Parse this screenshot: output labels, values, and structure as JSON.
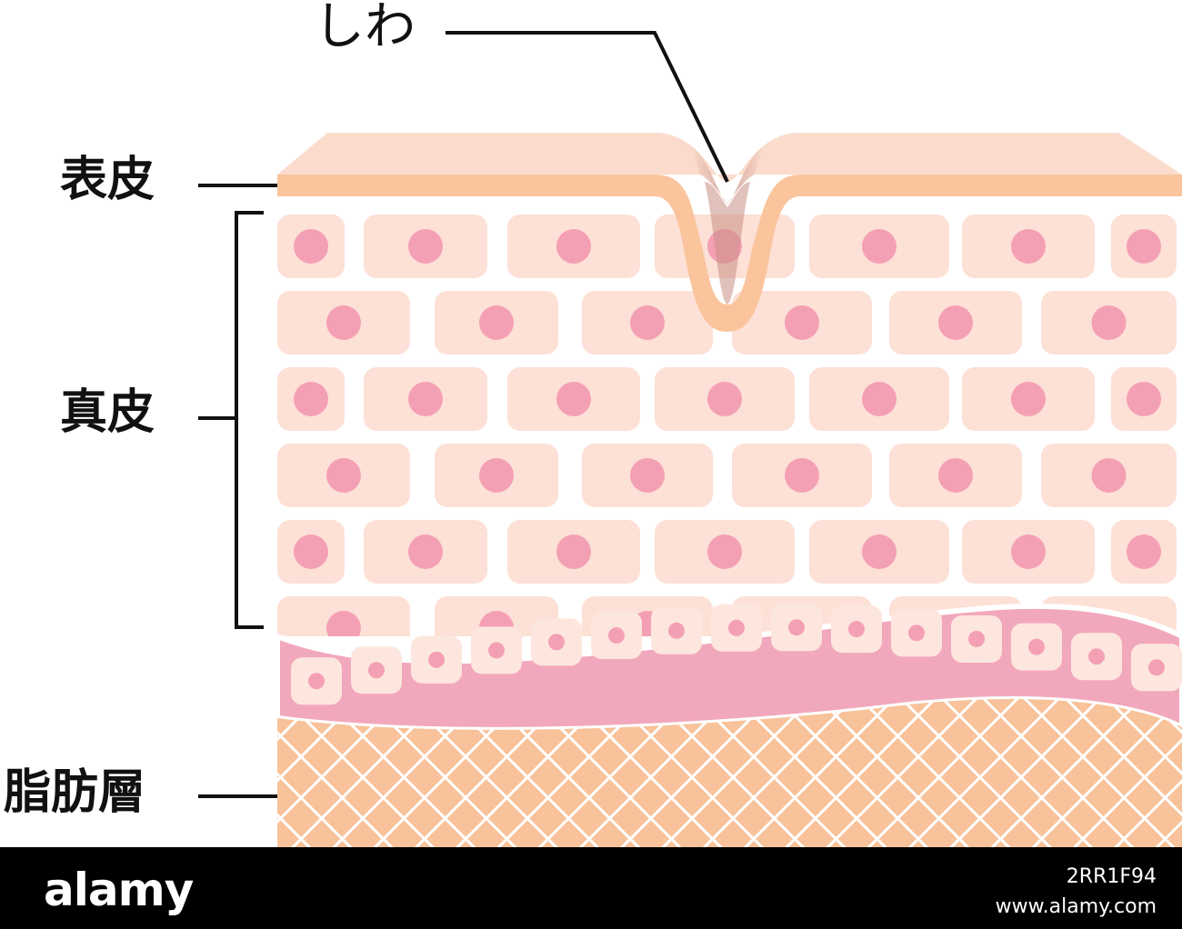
{
  "labels": {
    "wrinkle": "しわ",
    "epidermis": "表皮",
    "dermis": "真皮",
    "fat_layer": "脂肪層"
  },
  "footer": {
    "logo": "alamy",
    "image_id": "2RR1F94",
    "site": "www.alamy.com"
  },
  "colors": {
    "epidermis_top": "#fbdccc",
    "epidermis_band": "#fac49d",
    "wrinkle_shadow": "#c98e84",
    "dermis_cell": "#fde0d6",
    "nucleus": "#f4a0b4",
    "basement_membrane": "#f2a8bc",
    "basal_cell": "#fde6dd",
    "fat": "#f8c29a",
    "footer_bg": "#000000"
  }
}
